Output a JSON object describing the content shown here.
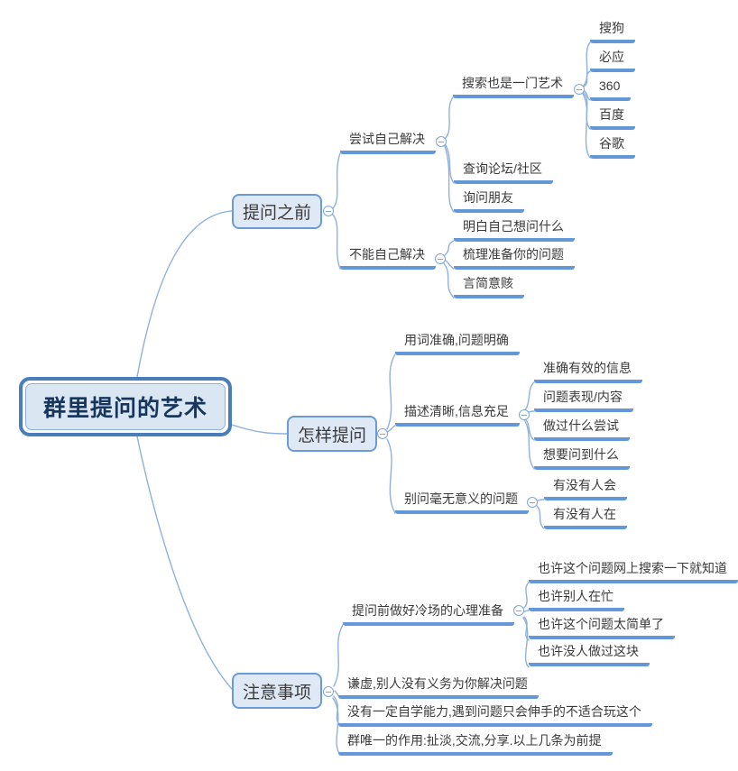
{
  "mindmap": {
    "root": {
      "label": "群里提问的艺术"
    },
    "branches": [
      {
        "label": "提问之前",
        "children": [
          {
            "label": "尝试自己解决",
            "children": [
              {
                "label": "搜索也是一门艺术",
                "children": [
                  {
                    "label": "搜狗"
                  },
                  {
                    "label": "必应"
                  },
                  {
                    "label": "360"
                  },
                  {
                    "label": "百度"
                  },
                  {
                    "label": "谷歌"
                  }
                ]
              },
              {
                "label": "查询论坛/社区"
              },
              {
                "label": "询问朋友"
              }
            ]
          },
          {
            "label": "不能自己解决",
            "children": [
              {
                "label": "明白自己想问什么"
              },
              {
                "label": "梳理准备你的问题"
              },
              {
                "label": "言简意赅"
              }
            ]
          }
        ]
      },
      {
        "label": "怎样提问",
        "children": [
          {
            "label": "用词准确,问题明确"
          },
          {
            "label": "描述清晰,信息充足",
            "children": [
              {
                "label": "准确有效的信息"
              },
              {
                "label": "问题表现/内容"
              },
              {
                "label": "做过什么尝试"
              },
              {
                "label": "想要问到什么"
              }
            ]
          },
          {
            "label": "别问毫无意义的问题",
            "children": [
              {
                "label": "有没有人会"
              },
              {
                "label": "有没有人在"
              }
            ]
          }
        ]
      },
      {
        "label": "注意事项",
        "children": [
          {
            "label": "提问前做好冷场的心理准备",
            "children": [
              {
                "label": "也许这个问题网上搜索一下就知道"
              },
              {
                "label": "也许别人在忙"
              },
              {
                "label": "也许这个问题太简单了"
              },
              {
                "label": "也许没人做过这块"
              }
            ]
          },
          {
            "label": "谦虚,别人没有义务为你解决问题"
          },
          {
            "label": "没有一定自学能力,遇到问题只会伸手的不适合玩这个"
          },
          {
            "label": "群唯一的作用:扯淡,交流,分享.以上几条为前提"
          }
        ]
      }
    ]
  },
  "icons": {
    "collapse_glyph": "−"
  },
  "colors": {
    "accent": "#4a7ebb",
    "node_border": "#6b9bd7",
    "node_fill": "#dfe9f6",
    "root_fill": "#dbe6f3",
    "line": "#6397d7",
    "connector": "#8fb1dd",
    "text": "#3a3a3a",
    "root_text": "#17365d"
  }
}
